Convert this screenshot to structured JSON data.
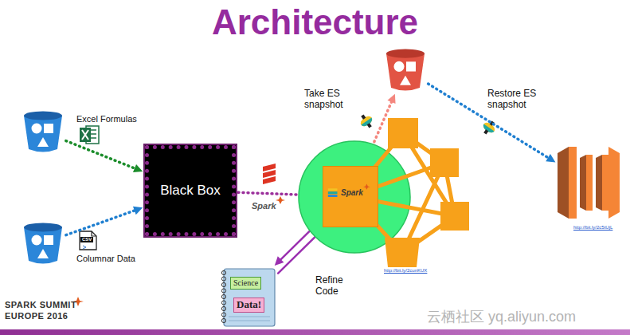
{
  "diagram": {
    "title": "Architecture",
    "nodes": [
      {
        "text": [
          "Excel Formulas"
        ]
      },
      {
        "text": [
          "Columnar Data"
        ]
      },
      {
        "text": [
          "Black Box"
        ]
      },
      {
        "text": [
          "http://bit.ly/2cunKUX"
        ]
      },
      {
        "text": [
          "Spark"
        ],
        "in": 3
      },
      {
        "text": []
      },
      {
        "text": [
          "http://bit.ly/2c5tUjL"
        ]
      },
      {
        "text": [
          "Science",
          "Data!"
        ]
      }
    ],
    "edges": [
      {
        "from": 0,
        "to": 2,
        "arrow": "to"
      },
      {
        "from": 1,
        "to": 2,
        "arrow": "to"
      },
      {
        "from": 2,
        "to": 4,
        "arrow": "to"
      },
      {
        "from": 4,
        "to": 5,
        "label": "Take ES snapshot",
        "arrow": "to"
      },
      {
        "from": 5,
        "to": 6,
        "label": "Restore ES snapshot",
        "arrow": "to"
      },
      {
        "from": 4,
        "to": 7,
        "arrow": "to"
      },
      {
        "from": 7,
        "to": 4,
        "label": "Refine Code",
        "arrow": "to"
      }
    ],
    "labels": [
      "CSV",
      "Spark",
      "SPARK SUMMIT",
      "EUROPE 2016",
      "云栖社区 yq.aliyun.com"
    ]
  }
}
